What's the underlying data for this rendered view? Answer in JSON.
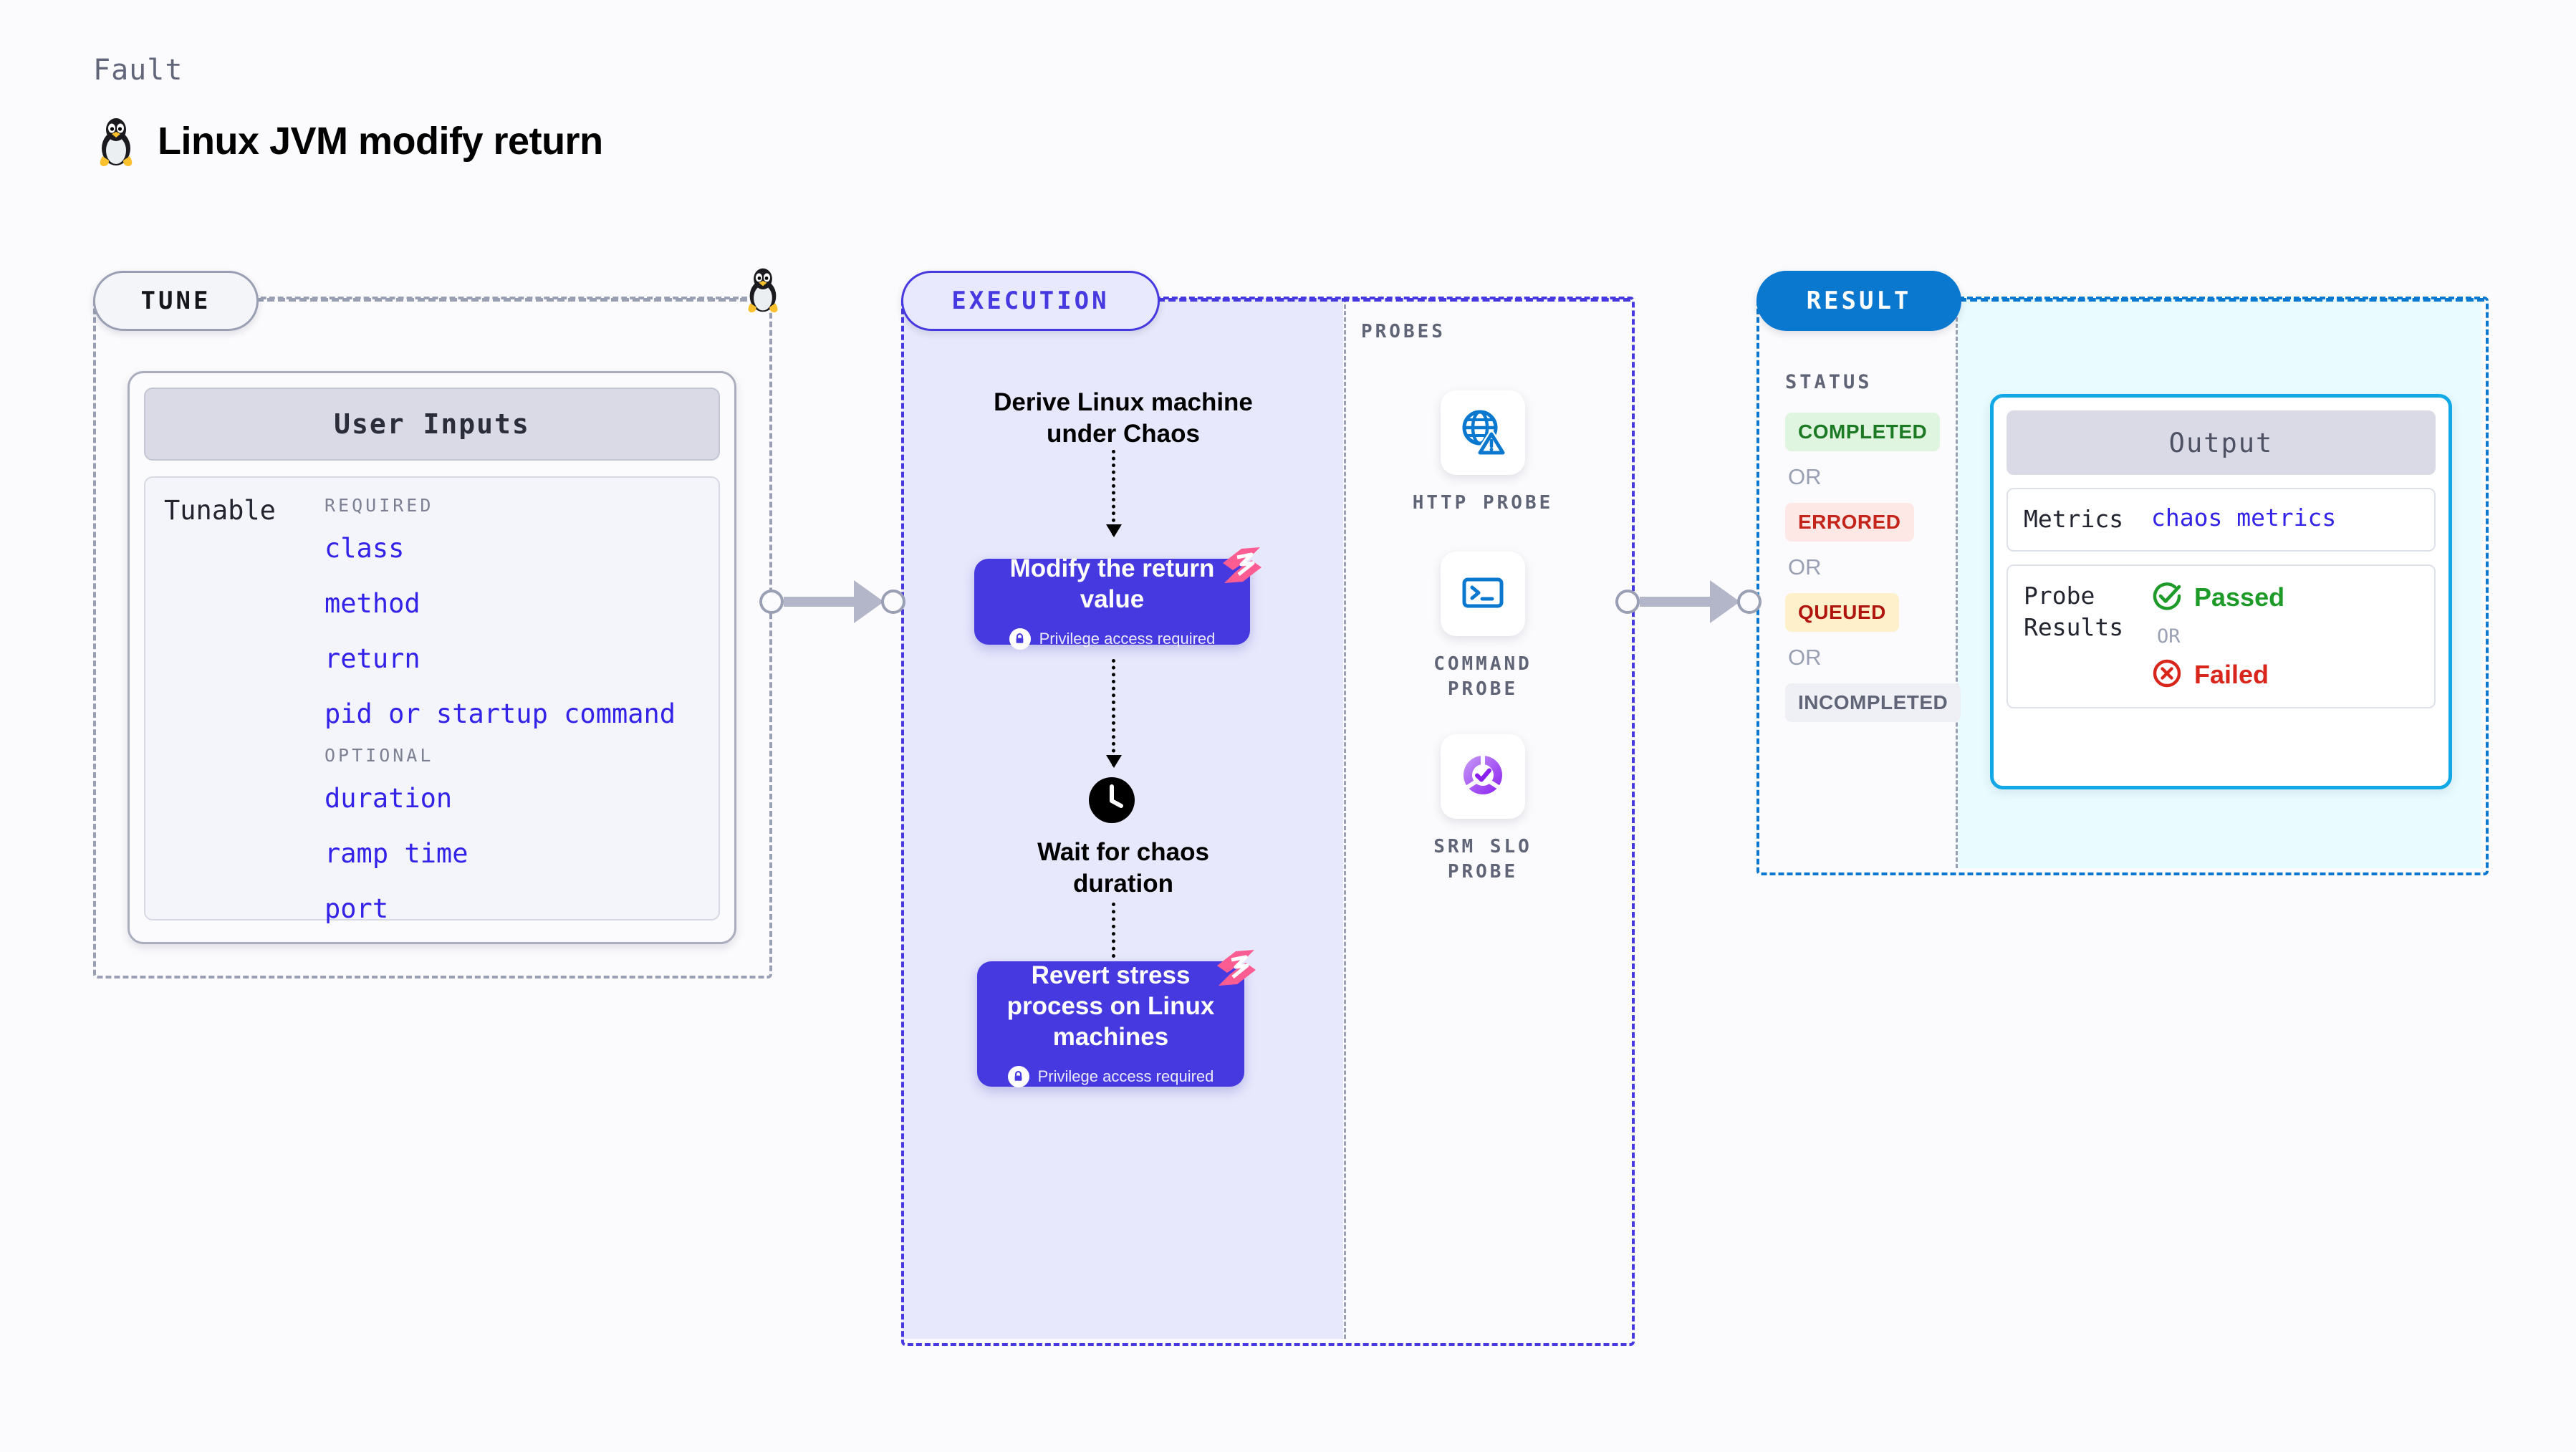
{
  "header": {
    "eyebrow": "Fault",
    "title": "Linux JVM modify return",
    "icon": "linux-penguin-icon"
  },
  "colors": {
    "purple": "#4739e0",
    "purple_fill": "#e7e8fb",
    "blue": "#0b78d0",
    "cyan": "#12a8e6",
    "cyan_fill": "#e9fbfe",
    "gray": "#9aa0b4",
    "pink": "#fb5d93",
    "link": "#3322e8",
    "green": "#1d9a28",
    "red": "#d9261c"
  },
  "tune": {
    "pill_label": "TUNE",
    "card": {
      "header": "User Inputs",
      "row_label": "Tunable",
      "groups": [
        {
          "label": "REQUIRED",
          "items": [
            "class",
            "method",
            "return",
            "pid or startup command"
          ]
        },
        {
          "label": "OPTIONAL",
          "items": [
            "duration",
            "ramp time",
            "port"
          ]
        }
      ]
    }
  },
  "execution": {
    "pill_label": "EXECUTION",
    "steps": [
      {
        "type": "text",
        "label": "Derive Linux machine\nunder Chaos"
      },
      {
        "type": "box",
        "label": "Modify the return\nvalue",
        "privilege": "Privilege access required",
        "badge": "chaos-badge-icon"
      },
      {
        "type": "clock",
        "label": "Wait for chaos\nduration",
        "icon": "clock-icon"
      },
      {
        "type": "box",
        "label": "Revert stress\nprocess on Linux\nmachines",
        "privilege": "Privilege access required",
        "badge": "chaos-badge-icon"
      }
    ]
  },
  "probes": {
    "label": "PROBES",
    "items": [
      {
        "caption": "HTTP  PROBE",
        "icon": "globe-warning-icon"
      },
      {
        "caption": "COMMAND\nPROBE",
        "icon": "terminal-icon"
      },
      {
        "caption": "SRM  SLO\nPROBE",
        "icon": "srm-slo-icon"
      }
    ]
  },
  "result": {
    "pill_label": "RESULT",
    "status_label": "STATUS",
    "or_label": "OR",
    "statuses": [
      {
        "text": "COMPLETED",
        "bg": "#dff5e0",
        "fg": "#1d7a24"
      },
      {
        "text": "ERRORED",
        "bg": "#fde8e6",
        "fg": "#c5241b"
      },
      {
        "text": "QUEUED",
        "bg": "#fdf0cb",
        "fg": "#b0150e"
      },
      {
        "text": "INCOMPLETED",
        "bg": "#eff0f5",
        "fg": "#5f6477"
      }
    ],
    "output": {
      "header": "Output",
      "metrics_label": "Metrics",
      "metrics_value": "chaos metrics",
      "probe_results_label": "Probe\nResults",
      "passed_label": "Passed",
      "failed_label": "Failed",
      "or_label": "OR"
    }
  }
}
